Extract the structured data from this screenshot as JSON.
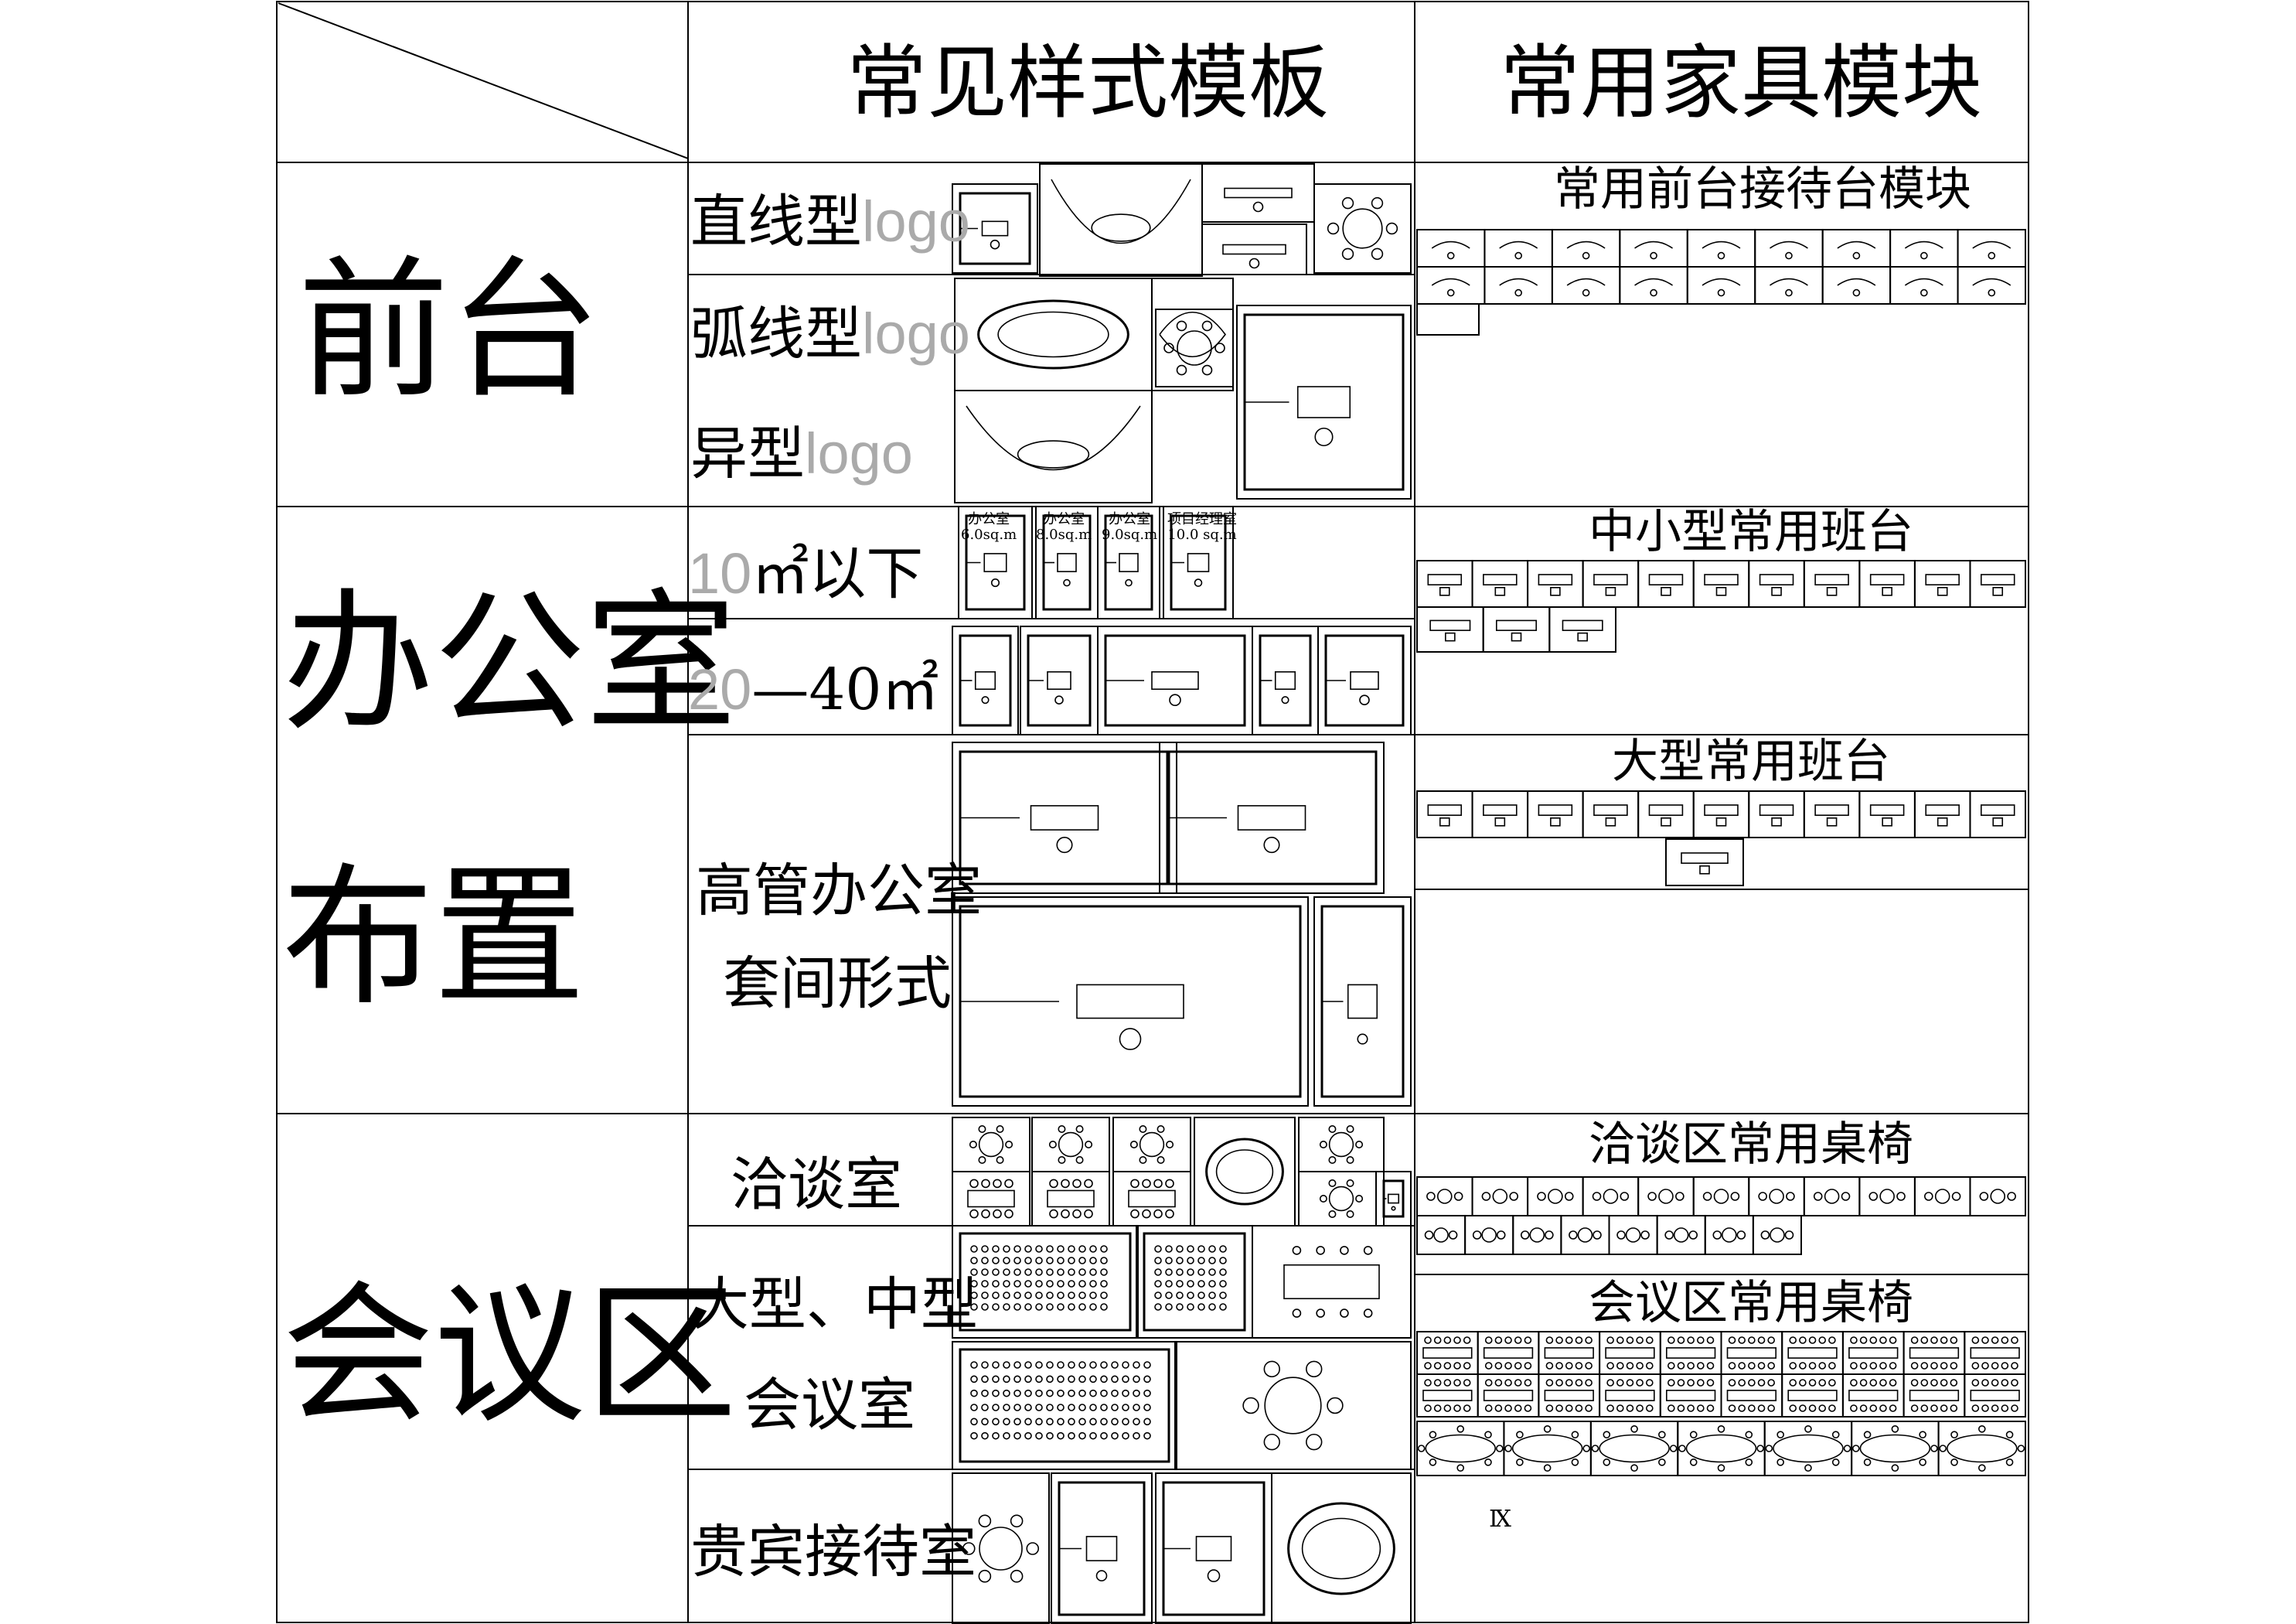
{
  "header": {
    "col_templates": "常见样式模板",
    "col_furniture": "常用家具模块"
  },
  "categories": {
    "reception": "前台",
    "office_line1": "办公室",
    "office_line2": "布置",
    "meeting": "会议区"
  },
  "reception_rows": {
    "straight": "直线型",
    "arc": "弧线型",
    "special": "异型",
    "logo": "logo"
  },
  "office_rows": {
    "small": "10㎡以下",
    "small_num": "10",
    "small_rest": "㎡以下",
    "medium_num": "20",
    "medium_rest": "—40㎡",
    "exec_line1": "高管办公室",
    "exec_line2": "套间形式"
  },
  "office_labels": [
    {
      "name": "办公室",
      "area": "6.0sq.m"
    },
    {
      "name": "办公室",
      "area": "8.0sq.m"
    },
    {
      "name": "办公室",
      "area": "9.0sq.m"
    },
    {
      "name": "项目经理室",
      "area": "10.0 sq.m"
    }
  ],
  "meeting_rows": {
    "negotiation": "洽谈室",
    "large_line1": "大型、中型",
    "large_line2": "会议室",
    "vip": "贵宾接待室"
  },
  "modules": {
    "reception_desk": "常用前台接待台模块",
    "small_desk": "中小型常用班台",
    "large_desk": "大型常用班台",
    "negotiation_furniture": "洽谈区常用桌椅",
    "meeting_furniture": "会议区常用桌椅"
  },
  "misc": {
    "stray_mark": "Ⅸ"
  }
}
